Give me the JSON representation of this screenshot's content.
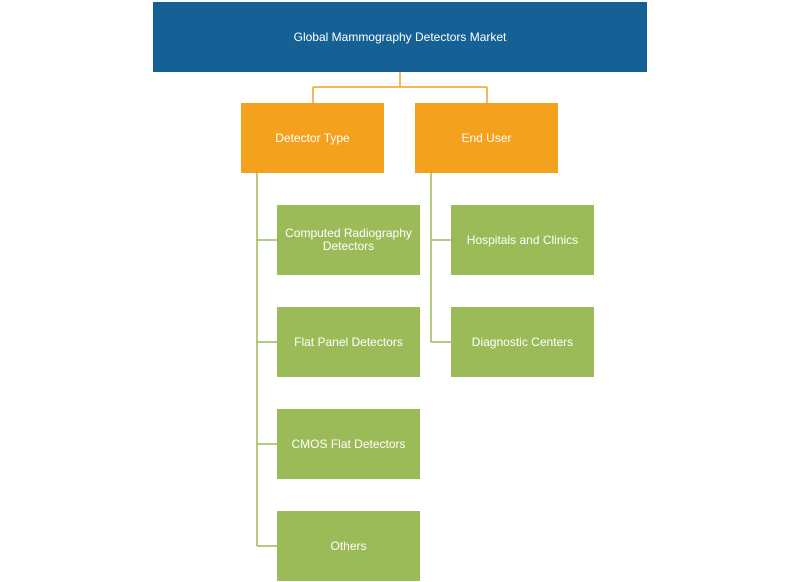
{
  "colors": {
    "root": "#156196",
    "category": "#f4a11d",
    "leaf": "#9bbb59",
    "connector": "#f4a11d",
    "leaf_connector": "#9bbb59"
  },
  "diagram": {
    "root": {
      "label": "Global Mammography Detectors Market"
    },
    "categories": [
      {
        "label": "Detector Type",
        "children": [
          {
            "label": "Computed Radiography Detectors"
          },
          {
            "label": "Flat Panel Detectors"
          },
          {
            "label": "CMOS Flat Detectors"
          },
          {
            "label": "Others"
          }
        ]
      },
      {
        "label": "End User",
        "children": [
          {
            "label": "Hospitals and Clinics"
          },
          {
            "label": "Diagnostic Centers"
          }
        ]
      }
    ]
  }
}
